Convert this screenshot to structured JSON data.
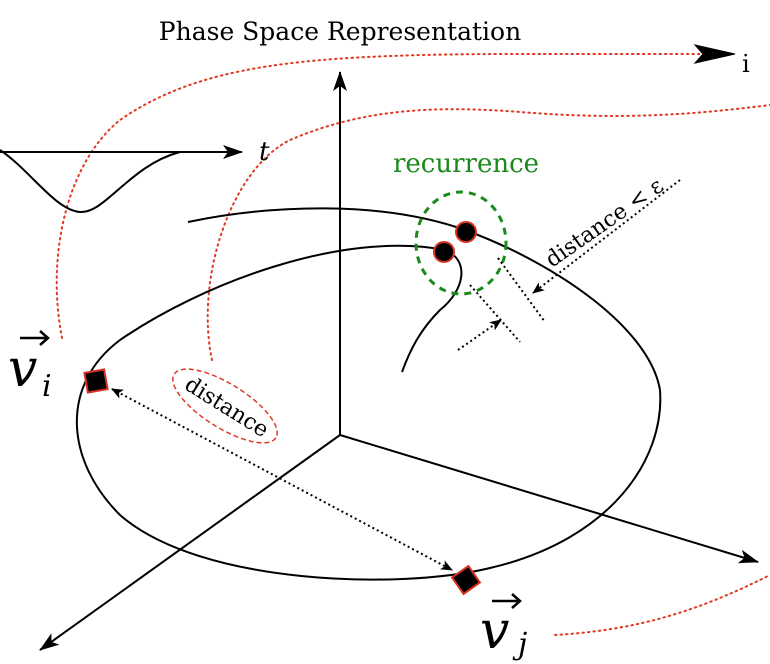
{
  "title": "Phase Space Representation",
  "labels": {
    "index_axis": "i",
    "time_axis": "t",
    "recurrence": "recurrence",
    "distance_threshold": "distance < ε",
    "distance": "distance",
    "vector_i_base": "v",
    "vector_i_sub": "i",
    "vector_j_base": "v",
    "vector_j_sub": "j"
  },
  "colors": {
    "ink": "#000000",
    "link_red": "#e03a24",
    "recurrence_green": "#1a8a1a",
    "marker_outline": "#d7331f"
  },
  "icons": {
    "vector_arrow": "right-arrow-accent",
    "state_marker": "black-square",
    "recurrence_marker": "black-circle"
  }
}
